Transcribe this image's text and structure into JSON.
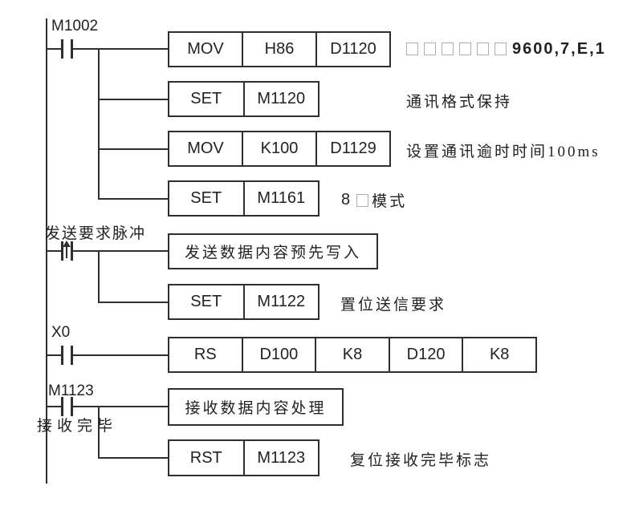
{
  "diagram_type": "plc-ladder-logic",
  "colors": {
    "line": "#2f2f2f",
    "text": "#222222",
    "missing_glyph_border": "#aeaeae"
  },
  "rungs": [
    {
      "contact_label": "M1002",
      "contact_type": "normally-open",
      "rows": [
        {
          "cells": [
            "MOV",
            "H86",
            "D1120"
          ],
          "comment_missing_glyphs": 6,
          "comment": "9600,7,E,1"
        },
        {
          "cells": [
            "SET",
            "M1120"
          ],
          "comment": "通讯格式保持"
        },
        {
          "cells": [
            "MOV",
            "K100",
            "D1129"
          ],
          "comment": "设置通讯逾时时间100ms"
        },
        {
          "cells": [
            "SET",
            "M1161"
          ],
          "comment_before": "8",
          "comment_missing_glyphs": 1,
          "comment_after": "模式"
        }
      ]
    },
    {
      "contact_label": "发送要求脉冲",
      "contact_type": "rising-edge-pulse",
      "rows": [
        {
          "cells": [
            "发送数据内容预先写入"
          ]
        },
        {
          "cells": [
            "SET",
            "M1122"
          ],
          "comment": "置位送信要求"
        }
      ]
    },
    {
      "contact_label": "X0",
      "contact_type": "normally-open",
      "rows": [
        {
          "cells": [
            "RS",
            "D100",
            "K8",
            "D120",
            "K8"
          ]
        }
      ]
    },
    {
      "contact_label": "M1123",
      "contact_sublabel": "接收完毕",
      "contact_type": "normally-open",
      "rows": [
        {
          "cells": [
            "接收数据内容处理"
          ]
        },
        {
          "cells": [
            "RST",
            "M1123"
          ],
          "comment": "复位接收完毕标志"
        }
      ]
    }
  ]
}
